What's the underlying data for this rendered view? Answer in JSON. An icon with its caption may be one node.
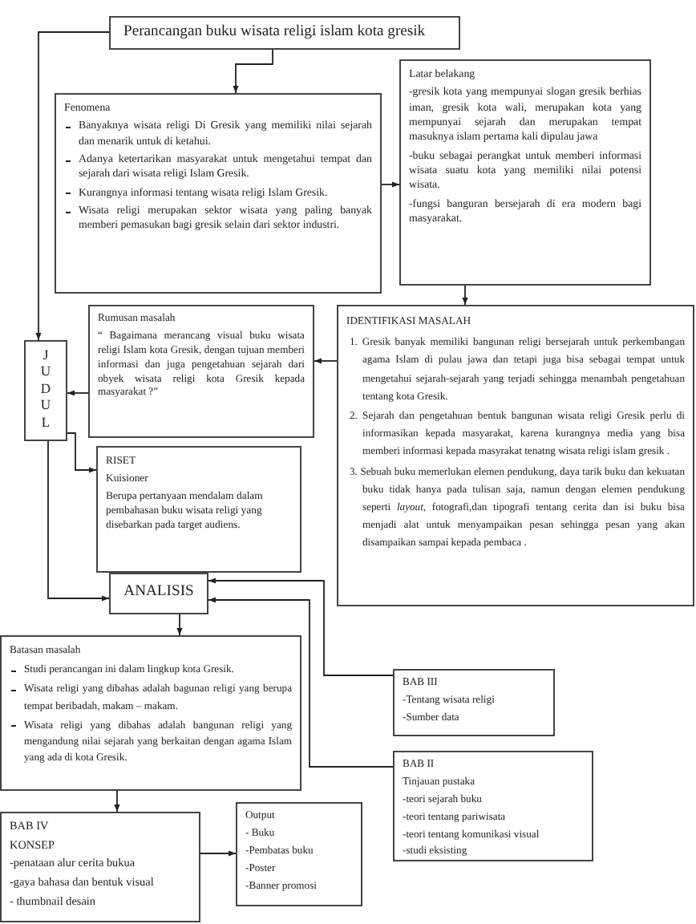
{
  "diagram": {
    "nodes": [
      {
        "text": [
          "Perancangan buku wisata religi islam kota gresik"
        ]
      },
      {
        "text": [
          "Fenomena",
          "Banyaknya wisata religi Di Gresik yang memiliki nilai sejarah dan menarik untuk di ketahui.",
          "Adanya ketertarikan masyarakat untuk mengetahui tempat dan sejarah dari wisata religi Islam Gresik.",
          "Kurangnya informasi tentang wisata religi Islam Gresik.",
          "Wisata religi merupakan sektor wisata yang paling banyak memberi pemasukan bagi gresik selain dari sektor industri."
        ]
      },
      {
        "text": [
          "Latar belakang",
          "-gresik kota yang mempunyai slogan gresik berhias iman, gresik kota wali, merupakan kota yang mempunyai sejarah dan merupakan tempat masuknya islam pertama kali dipulau jawa",
          "-buku sebagai perangkat untuk memberi informasi wisata suatu kota yang memiliki nilai potensi wisata.",
          "-fungsi banguran bersejarah di era modern bagi masyarakat."
        ]
      },
      {
        "text": [
          "Rumusan masalah",
          "“ Bagaimana merancang visual buku wisata religi Islam kota Gresik, dengan tujuan memberi informasi dan juga pengetahuan sejarah dari obyek wisata religi kota Gresik kepada masyarakat ?”"
        ]
      },
      {
        "text": [
          "JUDUL"
        ]
      },
      {
        "text": [
          "IDENTIFIKASI MASALAH",
          "1. Gresik banyak memiliki bangunan religi bersejarah untuk perkembangan agama Islam di pulau jawa dan tetapi juga bisa sebagai tempat untuk mengetahui sejarah-sejarah yang terjadi sehingga menambah pengetahuan tentang kota Gresik.",
          "2. Sejarah dan pengetahuan bentuk bangunan wisata religi Gresik perlu di informasikan kepada masyarakat, karena kurangnya media yang bisa memberi informasi kepada masyrakat tenatng wisata religi islam gresik .",
          "3. Sebuah buku memerlukan elemen pendukung, daya tarik buku dan kekuatan buku tidak hanya pada tulisan saja, namun dengan elemen pendukung seperti *layout*, fotografi,dan tipografi tentang cerita dan isi buku bisa menjadi alat untuk menyampaikan pesan sehingga pesan yang akan disampaikan sampai kepada pembaca ."
        ]
      },
      {
        "text": [
          "RISET",
          "Kuisioner",
          "Berupa pertanyaan mendalam dalam pembahasan buku wisata religi yang disebarkan pada target audiens."
        ]
      },
      {
        "text": [
          "ANALISIS"
        ]
      },
      {
        "text": [
          "Batasan masalah",
          "Studi perancangan ini dalam lingkup kota Gresik.",
          "Wisata religi yang dibahas adalah bagunan religi yang berupa tempat beribadah, makam – makam.",
          "Wisata religi yang dibahas adalah bangunan religi yang mengandung nilai sejarah yang berkaitan dengan agama Islam yang ada di kota Gresik."
        ]
      },
      {
        "text": [
          "BAB III",
          "-Tentang wisata religi",
          "-Sumber data"
        ]
      },
      {
        "text": [
          "BAB II",
          "Tinjauan pustaka",
          "-teori sejarah buku",
          "-teori tentang pariwisata",
          "-teori tentang komunikasi visual",
          "-studi eksisting"
        ]
      },
      {
        "text": [
          "BAB IV",
          "KONSEP",
          "-penataan alur cerita bukua",
          "-gaya bahasa dan bentuk visual",
          "- thumbnail desain"
        ]
      },
      {
        "text": [
          "Output",
          "- Buku",
          "-Pembatas buku",
          "-Poster",
          "-Banner promosi"
        ]
      }
    ],
    "edges": [
      {
        "from": 0,
        "to": 1,
        "arrow": "to"
      },
      {
        "from": 0,
        "to": 4,
        "arrow": "to"
      },
      {
        "from": 1,
        "to": 2,
        "arrow": "to"
      },
      {
        "from": 2,
        "to": 5,
        "arrow": "to"
      },
      {
        "from": 5,
        "to": 3,
        "arrow": "to"
      },
      {
        "from": 3,
        "to": 4,
        "arrow": "to"
      },
      {
        "from": 4,
        "to": 6,
        "arrow": "to"
      },
      {
        "from": 4,
        "to": 7,
        "arrow": "to"
      },
      {
        "from": 9,
        "to": 7,
        "arrow": "to"
      },
      {
        "from": 10,
        "to": 7,
        "arrow": "to"
      },
      {
        "from": 7,
        "to": 8,
        "arrow": "to"
      },
      {
        "from": 8,
        "to": 11,
        "arrow": "to"
      },
      {
        "from": 11,
        "to": 12,
        "arrow": "to"
      }
    ]
  }
}
